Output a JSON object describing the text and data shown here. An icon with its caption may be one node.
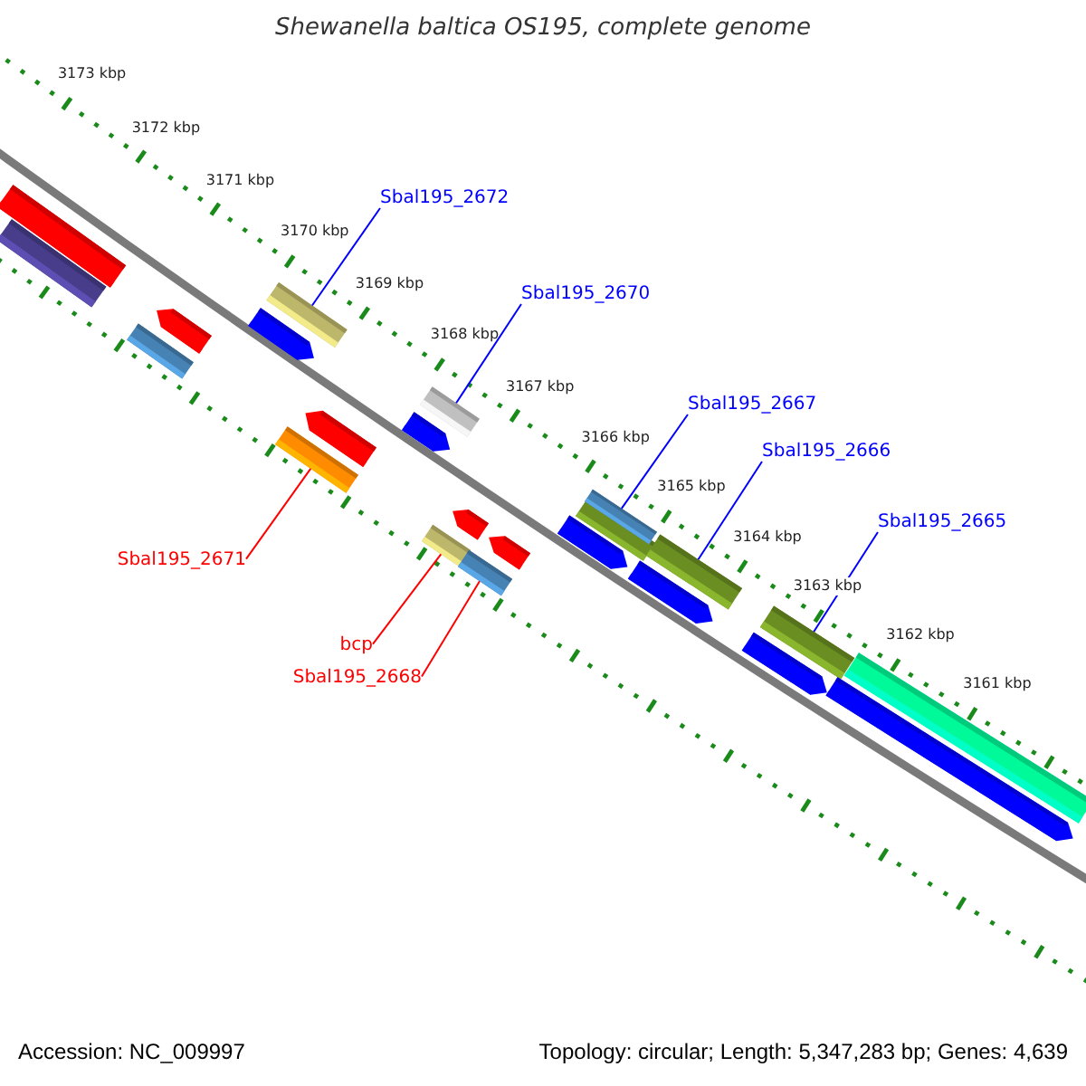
{
  "diagram": {
    "title": "Shewanella baltica OS195, complete genome",
    "nodes": [
      {
        "text": [
          "Sbal195_2672"
        ]
      },
      {
        "text": [],
        "shape": "bar"
      },
      {
        "text": [
          "Sbal195_2670"
        ]
      },
      {
        "text": [],
        "shape": "bar"
      },
      {
        "text": [
          "Sbal195_2667"
        ]
      },
      {
        "text": [],
        "shape": "bar"
      },
      {
        "text": [
          "Sbal195_2666"
        ]
      },
      {
        "text": [],
        "shape": "bar"
      },
      {
        "text": [
          "Sbal195_2665"
        ]
      },
      {
        "text": [],
        "shape": "bar"
      },
      {
        "text": [
          "Sbal195_2671"
        ]
      },
      {
        "text": [],
        "shape": "bar"
      },
      {
        "text": [
          "bcp"
        ]
      },
      {
        "text": [],
        "shape": "bar"
      },
      {
        "text": [
          "Sbal195_2668"
        ]
      },
      {
        "text": [],
        "shape": "bar"
      },
      {
        "text": [],
        "shape": "bar"
      },
      {
        "text": [],
        "shape": "bar"
      },
      {
        "text": [],
        "shape": "bar"
      },
      {
        "text": [],
        "shape": "pentagon"
      },
      {
        "text": [],
        "shape": "pentagon"
      },
      {
        "text": [],
        "shape": "pentagon"
      },
      {
        "text": [],
        "shape": "pentagon"
      },
      {
        "text": [],
        "shape": "pentagon"
      },
      {
        "text": [],
        "shape": "pentagon"
      },
      {
        "text": [],
        "shape": "pentagon"
      },
      {
        "text": [],
        "shape": "bar"
      },
      {
        "text": [],
        "shape": "pentagon"
      },
      {
        "text": [],
        "shape": "pentagon"
      },
      {
        "text": [],
        "shape": "pentagon"
      },
      {
        "text": [],
        "shape": "bar"
      }
    ],
    "edges": [
      {
        "from": 0,
        "to": 1,
        "arrow": "none"
      },
      {
        "from": 2,
        "to": 3,
        "arrow": "none"
      },
      {
        "from": 4,
        "to": 5,
        "arrow": "none"
      },
      {
        "from": 6,
        "to": 7,
        "arrow": "none"
      },
      {
        "from": 8,
        "to": 9,
        "arrow": "none"
      },
      {
        "from": 10,
        "to": 11,
        "arrow": "none",
        "color": "#ff0000"
      },
      {
        "from": 12,
        "to": 13,
        "arrow": "none",
        "color": "#ff0000"
      },
      {
        "from": 14,
        "to": 15,
        "arrow": "none",
        "color": "#ff0000"
      }
    ],
    "labels": [
      "3173 kbp",
      "3172 kbp",
      "3171 kbp",
      "3170 kbp",
      "3169 kbp",
      "3168 kbp",
      "3167 kbp",
      "3166 kbp",
      "3165 kbp",
      "3164 kbp",
      "3163 kbp",
      "3162 kbp",
      "3161 kbp",
      "Accession: NC_009997",
      "Topology: circular; Length: 5,347,283 bp; Genes: 4,639"
    ]
  }
}
